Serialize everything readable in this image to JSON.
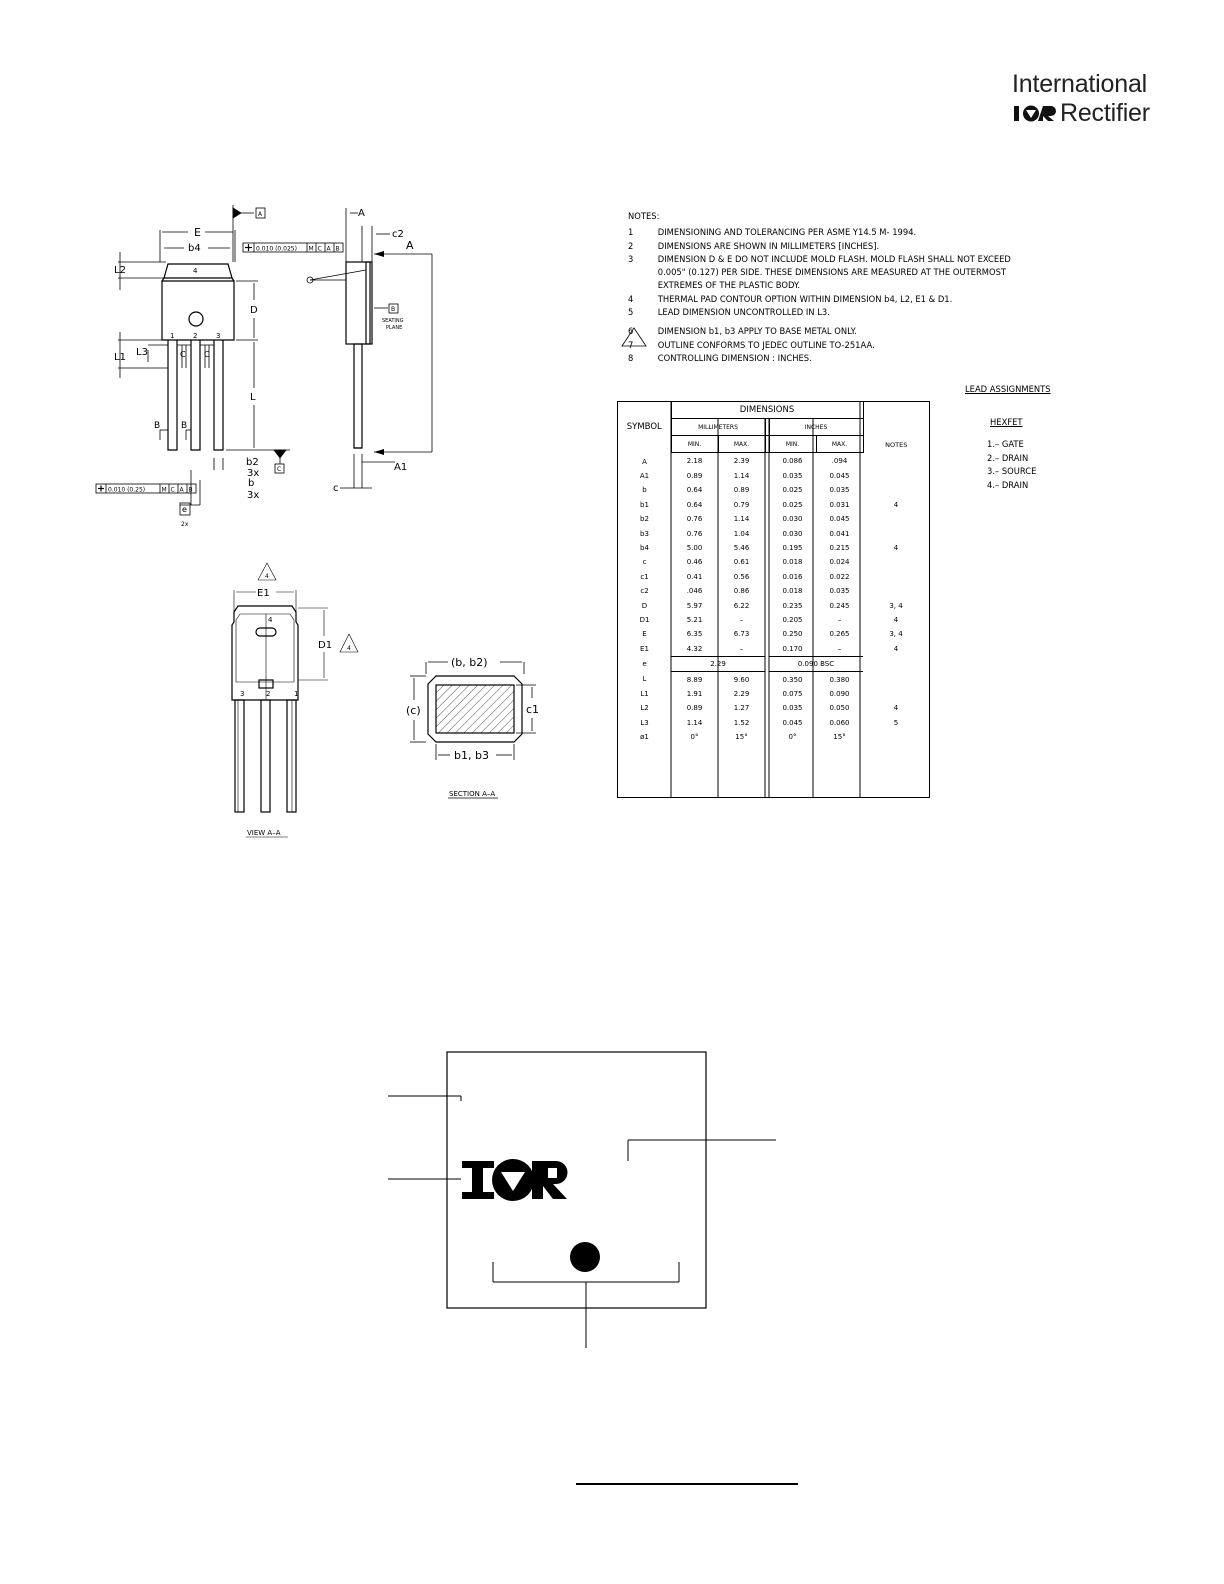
{
  "brand": {
    "line1": "International",
    "ior": "I⚗R",
    "line2": "Rectifier"
  },
  "notes": {
    "title": "NOTES:",
    "items": [
      {
        "num": "1",
        "text": "DIMENSIONING AND TOLERANCING PER ASME Y14.5 M- 1994."
      },
      {
        "num": "2",
        "text": "DIMENSIONS ARE SHOWN IN MILLIMETERS [INCHES]."
      },
      {
        "num": "3",
        "text": "DIMENSION D & E DO NOT INCLUDE MOLD FLASH. MOLD FLASH SHALL NOT EXCEED 0.005\" (0.127) PER SIDE. THESE DIMENSIONS ARE MEASURED AT THE OUTERMOST EXTREMES OF THE PLASTIC BODY."
      },
      {
        "num": "4",
        "text": "THERMAL PAD CONTOUR OPTION WITHIN DIMENSION b4, L2, E1 & D1."
      },
      {
        "num": "5",
        "text": "LEAD DIMENSION UNCONTROLLED IN L3."
      },
      {
        "num": "6",
        "text": "DIMENSION b1, b3 APPLY TO BASE METAL ONLY."
      },
      {
        "num": "7",
        "text": "OUTLINE CONFORMS TO JEDEC OUTLINE TO-251AA."
      },
      {
        "num": "8",
        "text": "CONTROLLING DIMENSION : INCHES."
      }
    ]
  },
  "table": {
    "symbol": "SYMBOL",
    "dimensions": "DIMENSIONS",
    "millimeters": "MILLIMETERS",
    "inches": "INCHES",
    "min": "MIN.",
    "max": "MAX.",
    "notes": "NOTES",
    "rows": [
      {
        "sym": "A",
        "mm_min": "2.18",
        "mm_max": "2.39",
        "in_min": "0.086",
        "in_max": ".094",
        "note": ""
      },
      {
        "sym": "A1",
        "mm_min": "0.89",
        "mm_max": "1.14",
        "in_min": "0.035",
        "in_max": "0.045",
        "note": ""
      },
      {
        "sym": "b",
        "mm_min": "0.64",
        "mm_max": "0.89",
        "in_min": "0.025",
        "in_max": "0.035",
        "note": ""
      },
      {
        "sym": "b1",
        "mm_min": "0.64",
        "mm_max": "0.79",
        "in_min": "0.025",
        "in_max": "0.031",
        "note": "4"
      },
      {
        "sym": "b2",
        "mm_min": "0.76",
        "mm_max": "1.14",
        "in_min": "0.030",
        "in_max": "0.045",
        "note": ""
      },
      {
        "sym": "b3",
        "mm_min": "0.76",
        "mm_max": "1.04",
        "in_min": "0.030",
        "in_max": "0.041",
        "note": ""
      },
      {
        "sym": "b4",
        "mm_min": "5.00",
        "mm_max": "5.46",
        "in_min": "0.195",
        "in_max": "0.215",
        "note": "4"
      },
      {
        "sym": "c",
        "mm_min": "0.46",
        "mm_max": "0.61",
        "in_min": "0.018",
        "in_max": "0.024",
        "note": ""
      },
      {
        "sym": "c1",
        "mm_min": "0.41",
        "mm_max": "0.56",
        "in_min": "0.016",
        "in_max": "0.022",
        "note": ""
      },
      {
        "sym": "c2",
        "mm_min": ".046",
        "mm_max": "0.86",
        "in_min": "0.018",
        "in_max": "0.035",
        "note": ""
      },
      {
        "sym": "D",
        "mm_min": "5.97",
        "mm_max": "6.22",
        "in_min": "0.235",
        "in_max": "0.245",
        "note": "3, 4"
      },
      {
        "sym": "D1",
        "mm_min": "5.21",
        "mm_max": "–",
        "in_min": "0.205",
        "in_max": "–",
        "note": "4"
      },
      {
        "sym": "E",
        "mm_min": "6.35",
        "mm_max": "6.73",
        "in_min": "0.250",
        "in_max": "0.265",
        "note": "3, 4"
      },
      {
        "sym": "E1",
        "mm_min": "4.32",
        "mm_max": "–",
        "in_min": "0.170",
        "in_max": "–",
        "note": "4"
      },
      {
        "sym": "e",
        "mm_bsc": "2.29",
        "in_bsc": "0.090 BSC",
        "note": ""
      },
      {
        "sym": "L",
        "mm_min": "8.89",
        "mm_max": "9.60",
        "in_min": "0.350",
        "in_max": "0.380",
        "note": ""
      },
      {
        "sym": "L1",
        "mm_min": "1.91",
        "mm_max": "2.29",
        "in_min": "0.075",
        "in_max": "0.090",
        "note": ""
      },
      {
        "sym": "L2",
        "mm_min": "0.89",
        "mm_max": "1.27",
        "in_min": "0.035",
        "in_max": "0.050",
        "note": "4"
      },
      {
        "sym": "L3",
        "mm_min": "1.14",
        "mm_max": "1.52",
        "in_min": "0.045",
        "in_max": "0.060",
        "note": "5"
      },
      {
        "sym": "ø1",
        "mm_min": "0°",
        "mm_max": "15°",
        "in_min": "0°",
        "in_max": "15°",
        "note": ""
      }
    ]
  },
  "lead_assignments": {
    "title": "LEAD ASSIGNMENTS",
    "hexfet": "HEXFET",
    "items": [
      "1.–  GATE",
      "2.–  DRAIN",
      "3.–  SOURCE",
      "4.–  DRAIN"
    ]
  },
  "drawing": {
    "E": "E",
    "b4": "b4",
    "L2": "L2",
    "L1": "L1",
    "L3": "L3",
    "D": "D",
    "L": "L",
    "b2": "b2",
    "b": "b",
    "x3": "3x",
    "c": "c",
    "x2": "2x",
    "e_box": "e",
    "A": "A",
    "A1": "A1",
    "c2": "c2",
    "A_arrow": "A",
    "B": "B",
    "C": "C",
    "datum_A": "A",
    "datum_B": "B",
    "datum_C": "C",
    "seating_plane_1": "SEATING",
    "seating_plane_2": "PLANE",
    "tol1": "0.010 (0.025)",
    "tol2": "0.010 (0.25)",
    "tol_refs": [
      "M",
      "C",
      "A",
      "B"
    ],
    "pin_1": "1",
    "pin_2": "2",
    "pin_3": "3",
    "pin_4": "4",
    "E1": "E1",
    "D1": "D1",
    "note4": "4",
    "note6": "6",
    "view_aa": "VIEW A–A",
    "section_aa": "SECTION A–A",
    "b_b2": "(b, b2)",
    "b1_b3": "b1, b3",
    "c_paren": "(c)",
    "c1": "c1"
  },
  "marking": {
    "logo": "I⚗R"
  }
}
